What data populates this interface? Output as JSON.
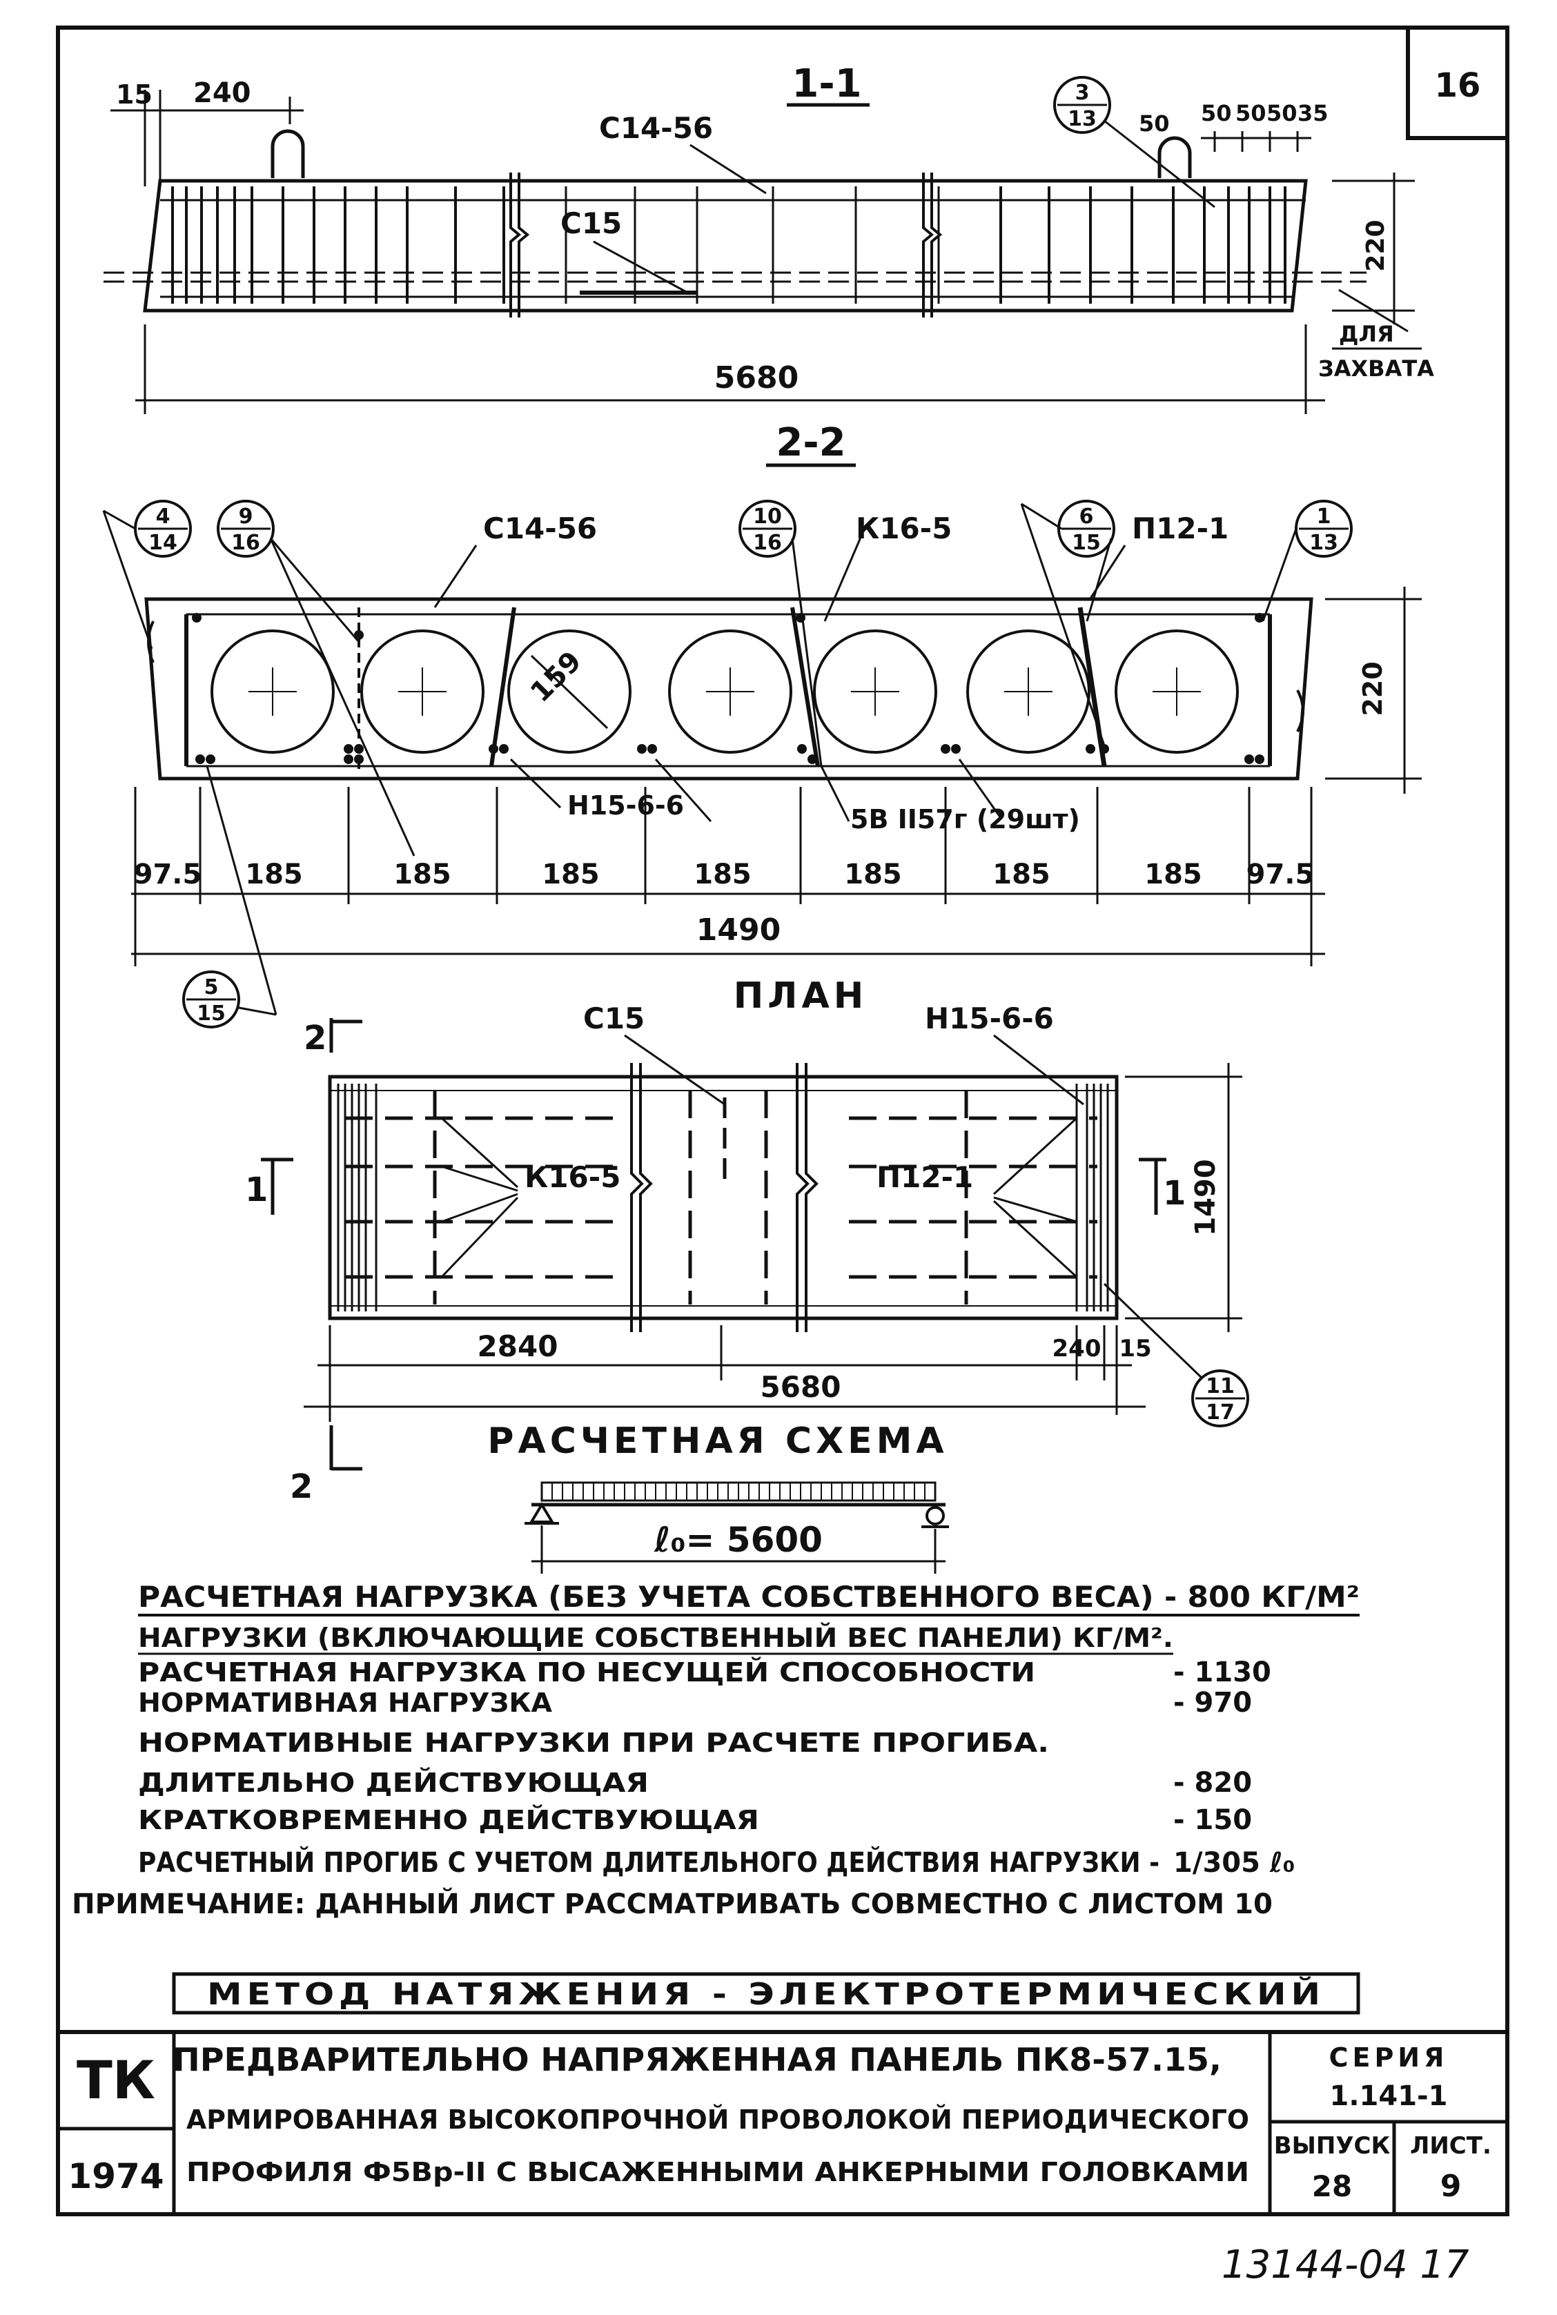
{
  "sheet_corner_number": "16",
  "section_1_1": {
    "title": "1-1",
    "dim_left_15": "15",
    "dim_left_240": "240",
    "label_c14": "С14-56",
    "label_c15": "С15",
    "callout": {
      "top": "3",
      "bottom": "13"
    },
    "dims_right": [
      "50",
      "50",
      "50",
      "50",
      "35"
    ],
    "dim_height": "220",
    "dim_length": "5680",
    "note_grip_1": "ДЛЯ",
    "note_grip_2": "ЗАХВАТА"
  },
  "section_2_2": {
    "title": "2-2",
    "callouts": [
      {
        "top": "4",
        "bottom": "14"
      },
      {
        "top": "9",
        "bottom": "16"
      },
      {
        "top": "10",
        "bottom": "16"
      },
      {
        "top": "6",
        "bottom": "15"
      },
      {
        "top": "1",
        "bottom": "13"
      }
    ],
    "label_c14": "С14-56",
    "label_k16": "К16-5",
    "label_p12": "П12-1",
    "label_n15": "Н15-6-6",
    "label_wire": "5В ІІ57г (29шт)",
    "dim_void": "159",
    "dim_height": "220",
    "spacing": [
      "97.5",
      "185",
      "185",
      "185",
      "185",
      "185",
      "185",
      "185",
      "97.5"
    ],
    "dim_width": "1490",
    "callout_bottom": {
      "top": "5",
      "bottom": "15"
    }
  },
  "plan": {
    "title": "ПЛАН",
    "cut_2_top": "2",
    "cut_2_bottom": "2",
    "cut_1_left": "1",
    "cut_1_right": "1",
    "label_c15": "С15",
    "label_n15": "Н15-6-6",
    "label_k16": "К16-5",
    "label_p12": "П12-1",
    "dim_width": "1490",
    "dim_2840": "2840",
    "dim_5680": "5680",
    "dim_240": "240",
    "dim_15": "15",
    "callout": {
      "top": "11",
      "bottom": "17"
    }
  },
  "scheme": {
    "title": "РАСЧЕТНАЯ СХЕМА",
    "span": "ℓ₀= 5600"
  },
  "loads": {
    "line1": "РАСЧЕТНАЯ НАГРУЗКА (БЕЗ УЧЕТА СОБСТВЕННОГО ВЕСА) - 800 КГ/М²",
    "line2": "НАГРУЗКИ (ВКЛЮЧАЮЩИЕ СОБСТВЕННЫЙ ВЕС ПАНЕЛИ) КГ/М².",
    "rows": [
      {
        "label": "РАСЧЕТНАЯ НАГРУЗКА ПО НЕСУЩЕЙ СПОСОБНОСТИ",
        "value": "- 1130"
      },
      {
        "label": "НОРМАТИВНАЯ НАГРУЗКА",
        "value": "- 970"
      },
      {
        "label": "НОРМАТИВНЫЕ НАГРУЗКИ ПРИ РАСЧЕТЕ ПРОГИБА.",
        "value": ""
      },
      {
        "label": "ДЛИТЕЛЬНО ДЕЙСТВУЮЩАЯ",
        "value": "- 820"
      },
      {
        "label": "КРАТКОВРЕМЕННО ДЕЙСТВУЮЩАЯ",
        "value": "- 150"
      }
    ],
    "deflection_label": "РАСЧЕТНЫЙ ПРОГИБ С УЧЕТОМ ДЛИТЕЛЬНОГО ДЕЙСТВИЯ НАГРУЗКИ -",
    "deflection_value": "1/305 ℓ₀",
    "note": "ПРИМЕЧАНИЕ: ДАННЫЙ ЛИСТ РАССМАТРИВАТЬ СОВМЕСТНО С ЛИСТОМ 10",
    "method": "МЕТОД НАТЯЖЕНИЯ - ЭЛЕКТРОТЕРМИЧЕСКИЙ"
  },
  "title_block": {
    "org": "ТК",
    "year": "1974",
    "title_line1": "ПРЕДВАРИТЕЛЬНО НАПРЯЖЕННАЯ ПАНЕЛЬ ПК8-57.15,",
    "title_line2": "АРМИРОВАННАЯ ВЫСОКОПРОЧНОЙ ПРОВОЛОКОЙ ПЕРИОДИЧЕСКОГО",
    "title_line3": "ПРОФИЛЯ Ф5Вр-ІІ С ВЫСАЖЕННЫМИ АНКЕРНЫМИ ГОЛОВКАМИ",
    "series_label": "СЕРИЯ",
    "series_value": "1.141-1",
    "issue_label": "ВЫПУСК",
    "issue_value": "28",
    "sheet_label": "ЛИСТ.",
    "sheet_value": "9"
  },
  "archive_number": "13144-04 17"
}
